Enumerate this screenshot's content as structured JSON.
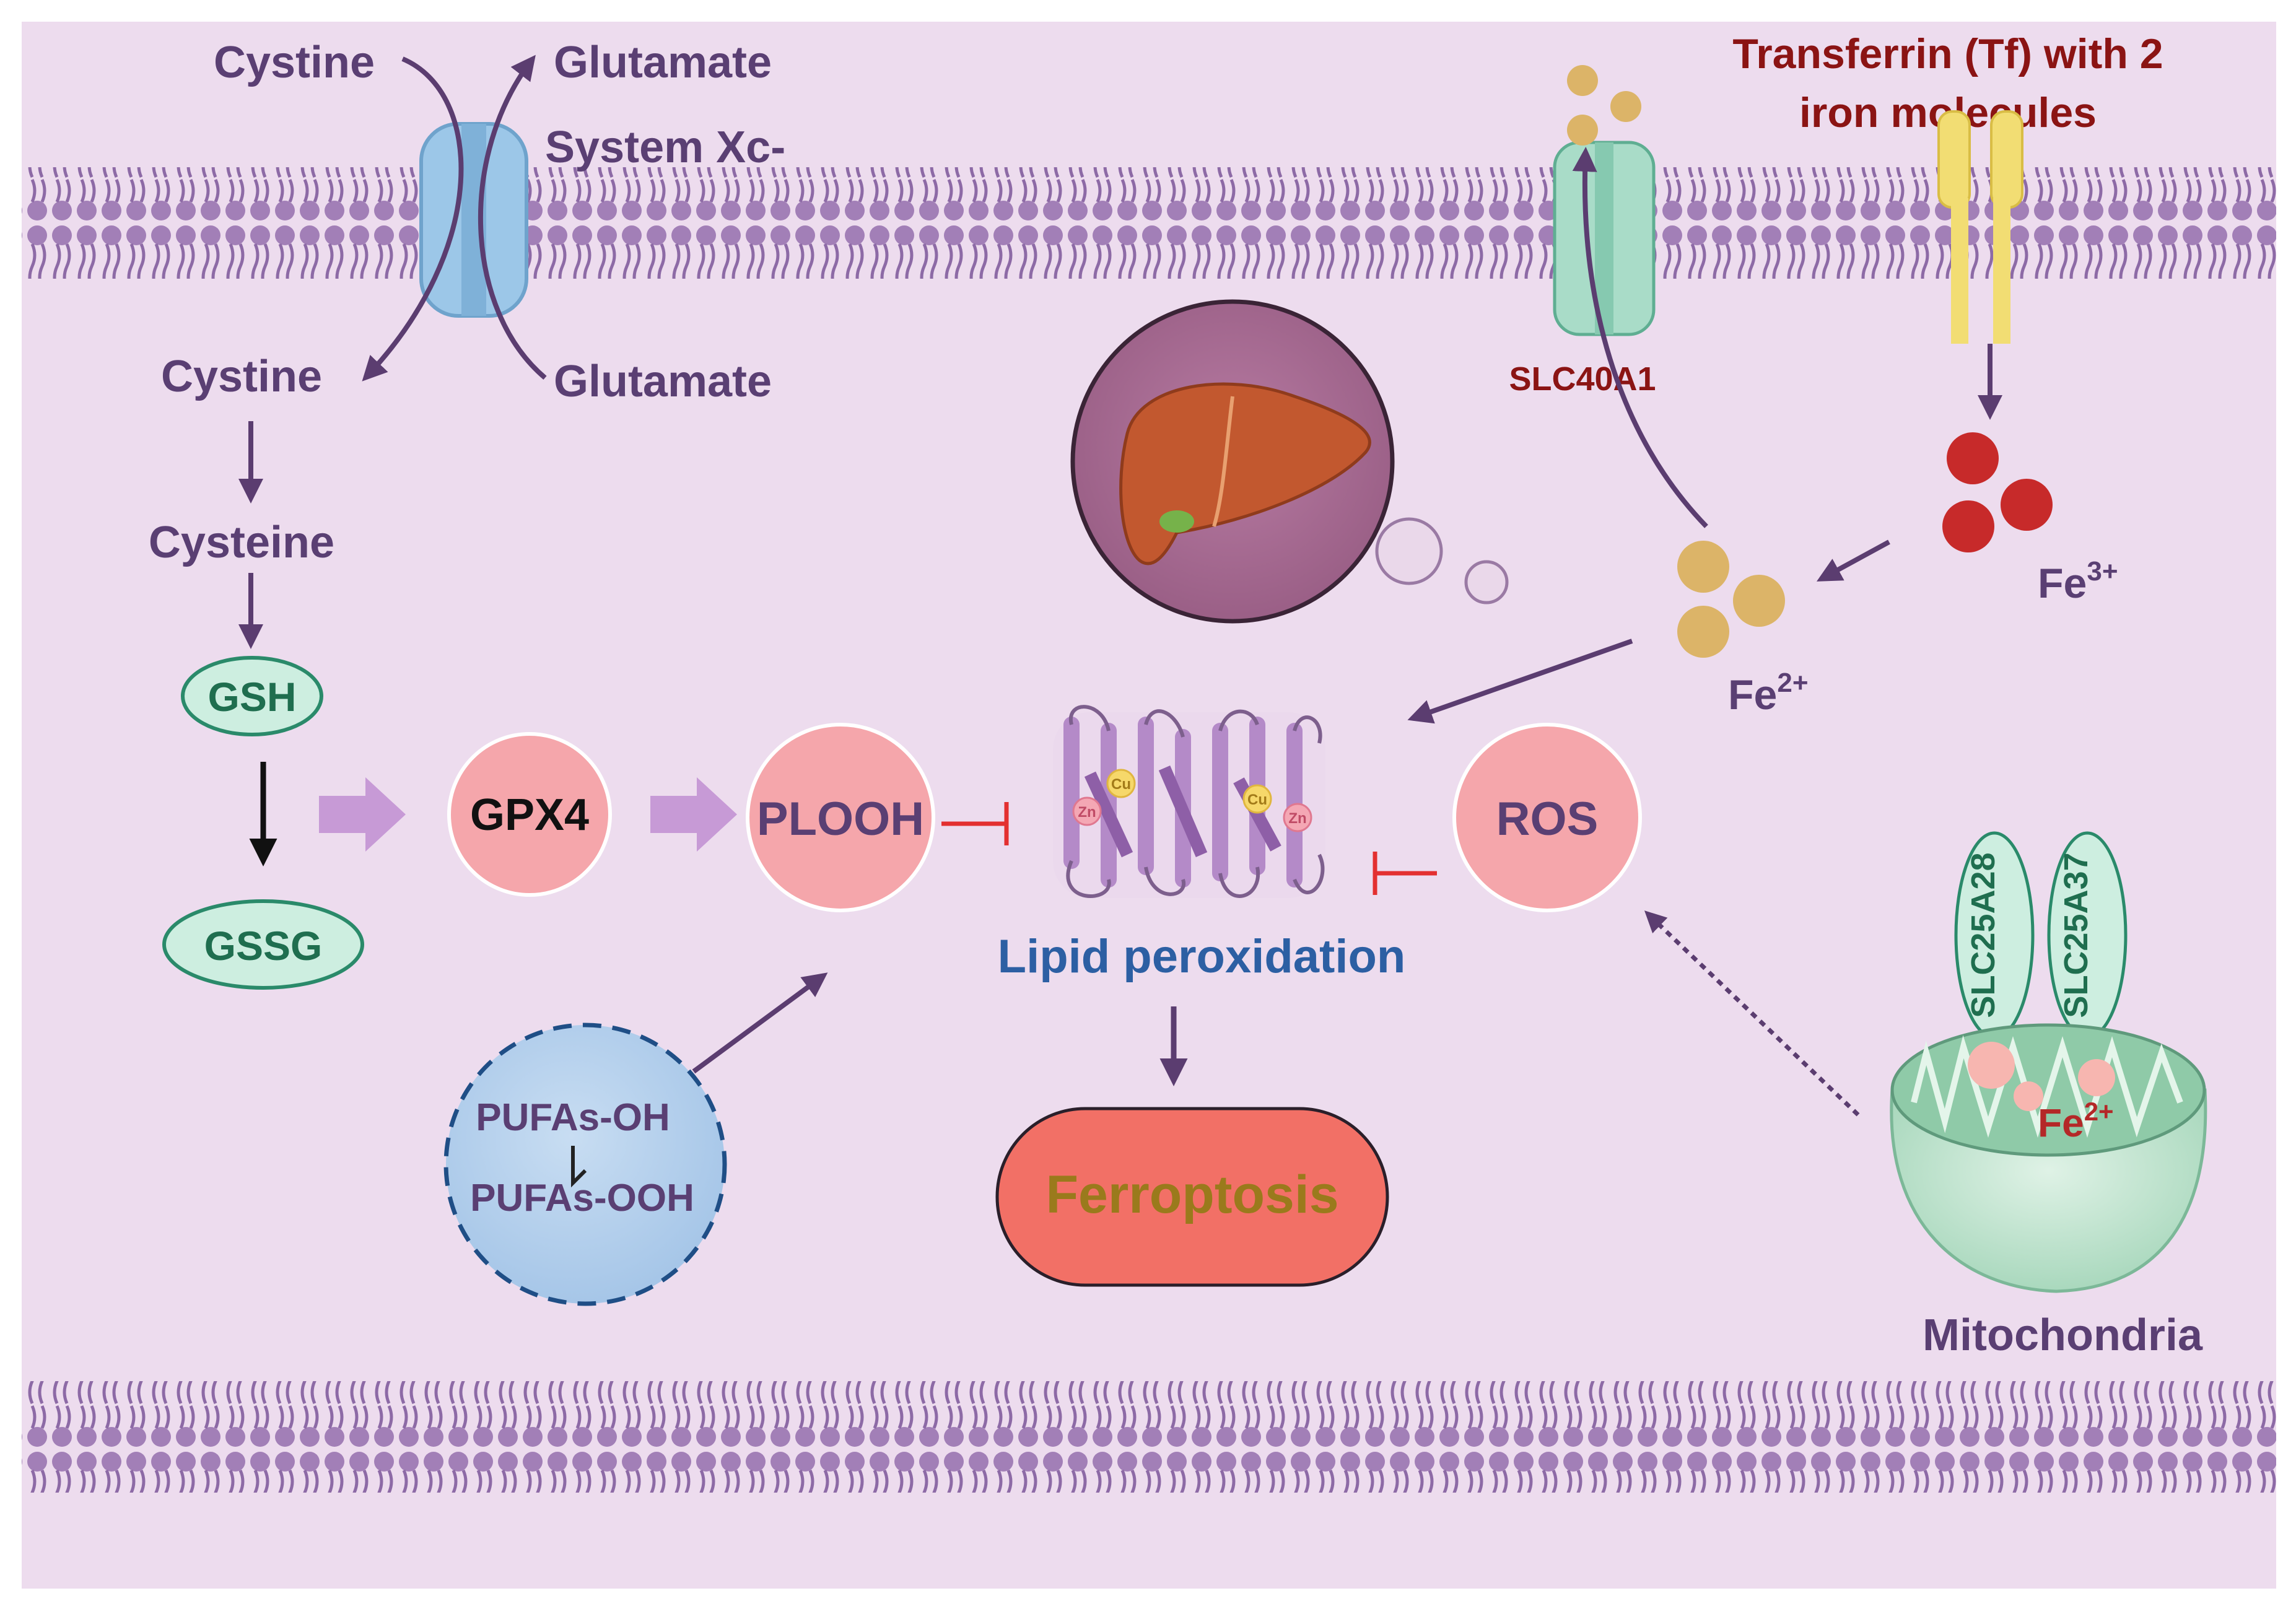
{
  "colors": {
    "background": "#eddcee",
    "membrane_heads": "#a27fb7",
    "membrane_tails": "#8d6aa6",
    "arrow": "#5b3d70",
    "label_purple": "#5a3f73",
    "label_darkred": "#8b1414",
    "label_blue": "#2c5fa3",
    "pink_node": "#f5a6ab",
    "teal_node": "#cdeee0",
    "teal_stroke": "#2a8a6a",
    "fe3": "#c72a2a",
    "fe2": "#dcb468",
    "ferroptosis_fill": "#f27066",
    "ferroptosis_text": "#9a7a1c",
    "inhibit": "#e33030"
  },
  "labels": {
    "cystine_out": "Cystine",
    "glutamate_out": "Glutamate",
    "system_xc": "System Xc-",
    "cystine_in": "Cystine",
    "glutamate_in": "Glutamate",
    "cysteine": "Cysteine",
    "gsh": "GSH",
    "gssg": "GSSG",
    "gpx4": "GPX4",
    "plooh": "PLOOH",
    "ros": "ROS",
    "lipid_peroxidation": "Lipid peroxidation",
    "ferroptosis": "Ferroptosis",
    "pufas_oh": "PUFAs-OH",
    "pufas_ooh": "PUFAs-OOH",
    "slc40a1": "SLC40A1",
    "transferrin_line1": "Transferrin (Tf) with 2",
    "transferrin_line2": "iron molecules",
    "fe3": "Fe",
    "fe3_sup": "3+",
    "fe2": "Fe",
    "fe2_sup": "2+",
    "mito_fe": "Fe",
    "mito_fe_sup": "2+",
    "slc25a28": "SLC25A28",
    "slc25a37": "SLC25A37",
    "mitochondria": "Mitochondria",
    "cu1": "Cu",
    "cu2": "Cu",
    "zn1": "Zn",
    "zn2": "Zn"
  }
}
